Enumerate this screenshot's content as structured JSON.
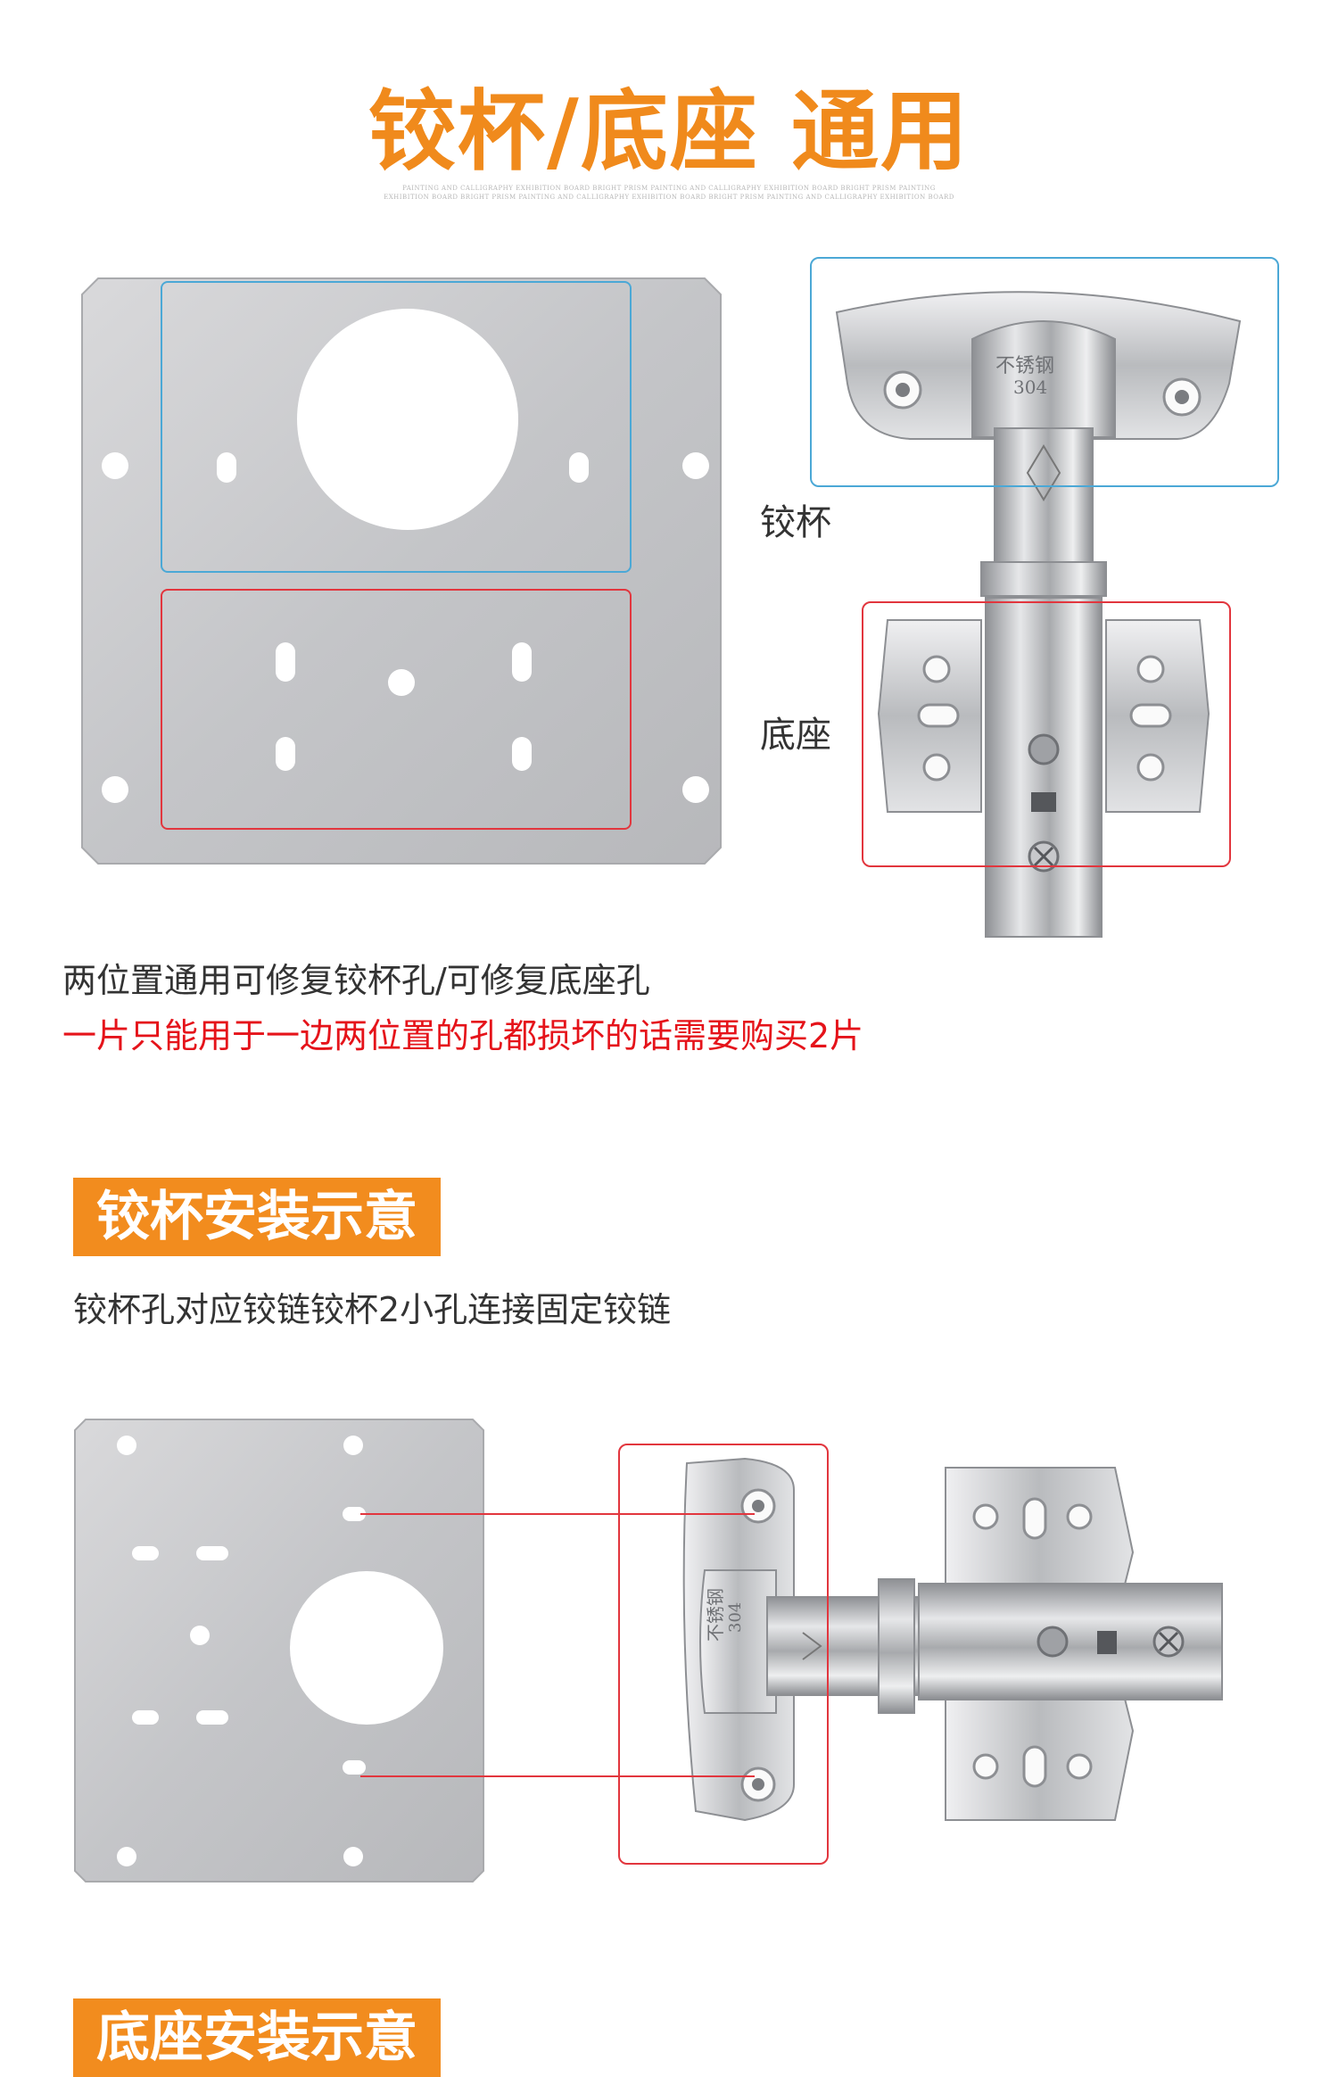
{
  "header": {
    "title": "铰杯/底座 通用",
    "fine_print": [
      "PAINTING AND CALLIGRAPHY EXHIBITION BOARD BRIGHT PRISM PAINTING AND CALLIGRAPHY EXHIBITION BOARD BRIGHT PRISM PAINTING",
      "EXHIBITION BOARD BRIGHT PRISM PAINTING AND CALLIGRAPHY EXHIBITION BOARD BRIGHT PRISM PAINTING AND CALLIGRAPHY EXHIBITION BOARD"
    ]
  },
  "overview": {
    "cup_label": "铰杯",
    "base_label": "底座",
    "hinge_stamp": "不锈钢",
    "hinge_number": "304",
    "line1": "两位置通用可修复铰杯孔/可修复底座孔",
    "line2": "一片只能用于一边两位置的孔都损坏的话需要购买2片"
  },
  "cup_section": {
    "banner": "铰杯安装示意",
    "description": "铰杯孔对应铰链铰杯2小孔连接固定铰链",
    "hinge_stamp": "不锈钢",
    "hinge_number": "304"
  },
  "base_section": {
    "banner": "底座安装示意"
  },
  "colors": {
    "accent": "#f08a1c",
    "banner": "#f28c1e",
    "warning_text": "#e5131a",
    "cup_box": "#4ba8d6",
    "base_box": "#e2363e"
  }
}
